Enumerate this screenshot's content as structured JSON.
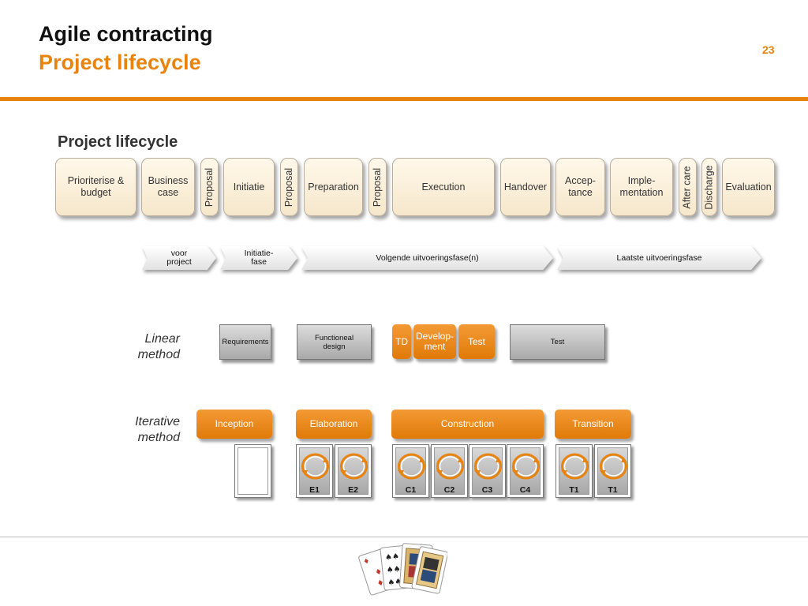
{
  "header": {
    "title": "Agile contracting",
    "subtitle": "Project lifecycle",
    "page_number": "23"
  },
  "section_title": "Project lifecycle",
  "phases": [
    {
      "label": "Prioriterise &\nbudget",
      "narrow": false
    },
    {
      "label": "Business\ncase",
      "narrow": false
    },
    {
      "label": "Proposal",
      "narrow": true
    },
    {
      "label": "Initiatie",
      "narrow": false
    },
    {
      "label": "Proposal",
      "narrow": true
    },
    {
      "label": "Preparation",
      "narrow": false
    },
    {
      "label": "Proposal",
      "narrow": true
    },
    {
      "label": "Execution",
      "narrow": false
    },
    {
      "label": "Handover",
      "narrow": false
    },
    {
      "label": "Accep-\ntance",
      "narrow": false
    },
    {
      "label": "Imple-\nmentation",
      "narrow": false
    },
    {
      "label": "After care",
      "narrow": true
    },
    {
      "label": "Discharge",
      "narrow": true
    },
    {
      "label": "Evaluation",
      "narrow": false
    }
  ],
  "stages": [
    {
      "label": "voor\nproject"
    },
    {
      "label": "Initiatie-\nfase"
    },
    {
      "label": "Volgende uitvoeringsfase(n)"
    },
    {
      "label": "Laatste uitvoeringsfase"
    }
  ],
  "linear": {
    "label": "Linear\nmethod",
    "boxes": [
      {
        "label": "Requirements",
        "style": "gray"
      },
      {
        "label": "Functioneal\ndesign",
        "style": "gray"
      },
      {
        "label": "TD",
        "style": "orange"
      },
      {
        "label": "Develop-\nment",
        "style": "orange"
      },
      {
        "label": "Test",
        "style": "orange"
      },
      {
        "label": "Test",
        "style": "gray"
      }
    ]
  },
  "iterative": {
    "label": "Iterative\nmethod",
    "phases": [
      {
        "label": "Inception"
      },
      {
        "label": "Elaboration"
      },
      {
        "label": "Construction"
      },
      {
        "label": "Transition"
      }
    ],
    "iterations": [
      {
        "label": ""
      },
      {
        "label": "E1"
      },
      {
        "label": "E2"
      },
      {
        "label": "C1"
      },
      {
        "label": "C2"
      },
      {
        "label": "C3"
      },
      {
        "label": "C4"
      },
      {
        "label": "T1"
      },
      {
        "label": "T1"
      }
    ]
  },
  "colors": {
    "accent": "#e8830e",
    "cycle": "#e8830e"
  },
  "icons": {
    "bottom": "playing-cards-icon"
  }
}
